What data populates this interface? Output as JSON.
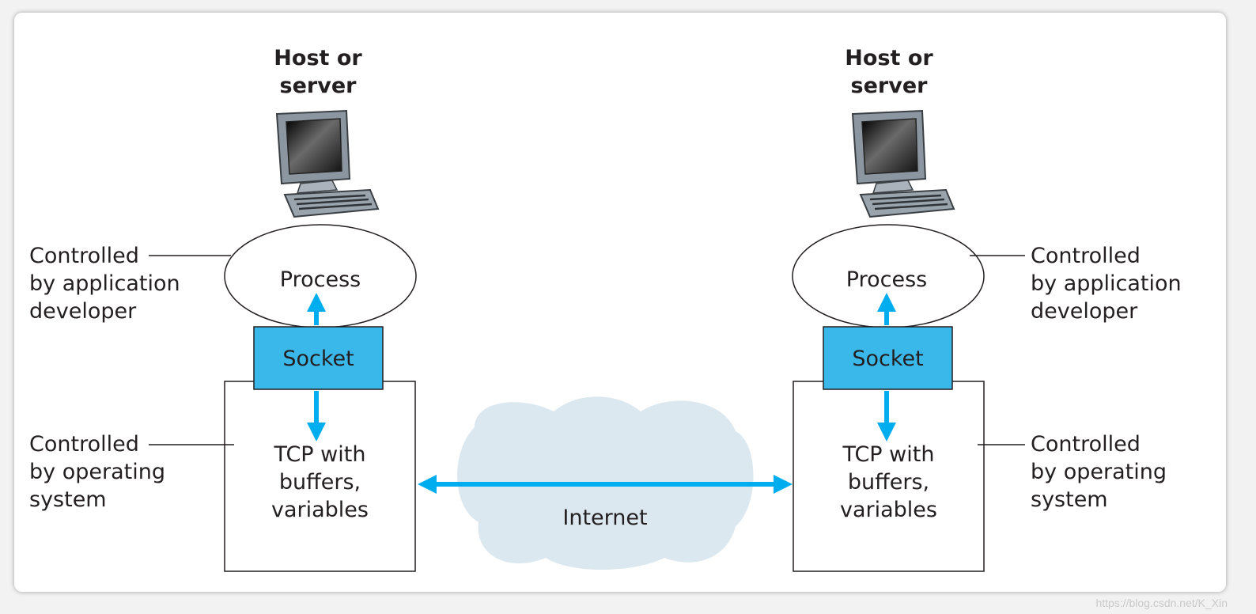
{
  "host_title": "Host or server",
  "left": {
    "process": "Process",
    "socket": "Socket",
    "tcp": [
      "TCP with",
      "buffers,",
      "variables"
    ],
    "app_label": [
      "Controlled",
      "by application",
      "developer"
    ],
    "os_label": [
      "Controlled",
      "by operating",
      "system"
    ]
  },
  "right": {
    "process": "Process",
    "socket": "Socket",
    "tcp": [
      "TCP with",
      "buffers,",
      "variables"
    ],
    "app_label": [
      "Controlled",
      "by application",
      "developer"
    ],
    "os_label": [
      "Controlled",
      "by operating",
      "system"
    ]
  },
  "host_lines": [
    "Host or",
    "server"
  ],
  "internet_label": "Internet",
  "watermark": "https://blog.csdn.net/K_Xin",
  "colors": {
    "socket_fill": "#3bb8ea",
    "arrow": "#00aeef",
    "cloud": "#dce8ef",
    "stroke": "#231f20"
  },
  "icons": [
    "computer-icon"
  ]
}
